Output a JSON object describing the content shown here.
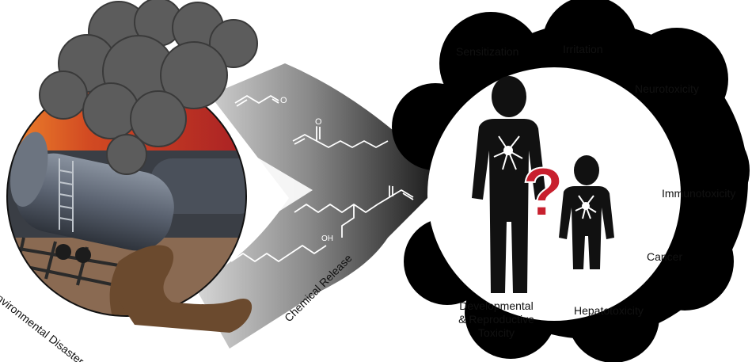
{
  "labels": {
    "disaster": "Environmental Disaster",
    "release": "Chemical Release",
    "question_mark": "?"
  },
  "outcomes": {
    "sensitization": "Sensitization",
    "irritation": "Irritation",
    "neurotoxicity": "Neurotoxicity",
    "immunotoxicity": "Immunotoxicity",
    "cancer": "Cancer",
    "hepatotoxicity": "Hepatotoxicity",
    "developmental_line1": "Developmental",
    "developmental_line2": "& Reproductive",
    "developmental_line3": "Toxicity"
  },
  "chemistry_labels": {
    "carbonyl_o": "O",
    "ester_o": "O",
    "hydroxyl": "OH"
  },
  "colors": {
    "smoke": "#5a5a5a",
    "fire_orange": "#e87a2a",
    "fire_red": "#c0282a",
    "tanker": "#5c6470",
    "spill": "#6b4a2e",
    "question": "#c8202e",
    "silhouette": "#111111"
  }
}
